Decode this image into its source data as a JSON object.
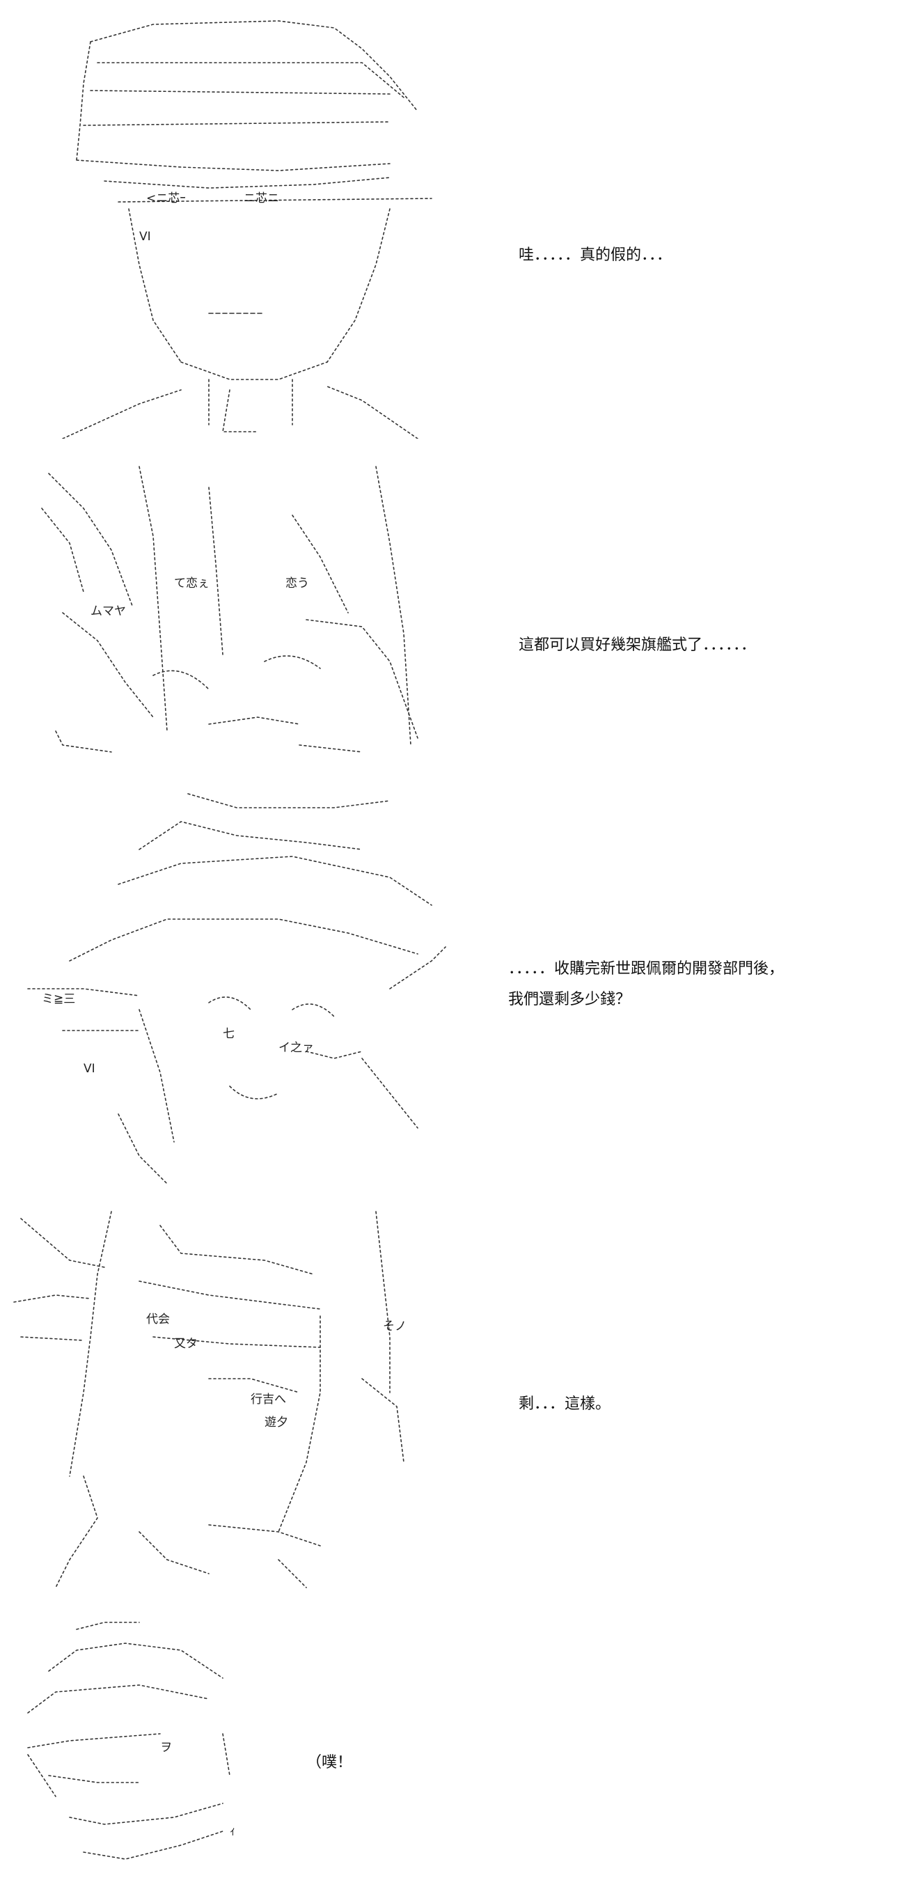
{
  "panels": [
    {
      "id": "panel-1",
      "dialogue": [
        "哇．．．．．真的假的．．．"
      ],
      "art_text": [
        "<ニ芯ｰ",
        "ニ芯ニ",
        "VI"
      ]
    },
    {
      "id": "panel-2",
      "dialogue": [
        "這都可以買好幾架旗艦式了．．．．．．"
      ],
      "art_text": [
        "て恋ぇ",
        "恋う",
        "ムマヤ"
      ]
    },
    {
      "id": "panel-3",
      "dialogue": [
        "．．．．．收購完新世跟佩爾的開發部門後，",
        "我們還剩多少錢？"
      ],
      "art_text": [
        "ミ≧三",
        "VI",
        "イ之ァ",
        "七"
      ]
    },
    {
      "id": "panel-4",
      "dialogue": [
        "剩．．．這樣。"
      ],
      "art_text": [
        "代会",
        "又タ",
        "行吉へ",
        "遊夕",
        "そノ"
      ]
    },
    {
      "id": "panel-5",
      "dialogue": [
        "（噗！"
      ],
      "art_text": [
        "ヲ",
        "ｨ"
      ]
    }
  ]
}
